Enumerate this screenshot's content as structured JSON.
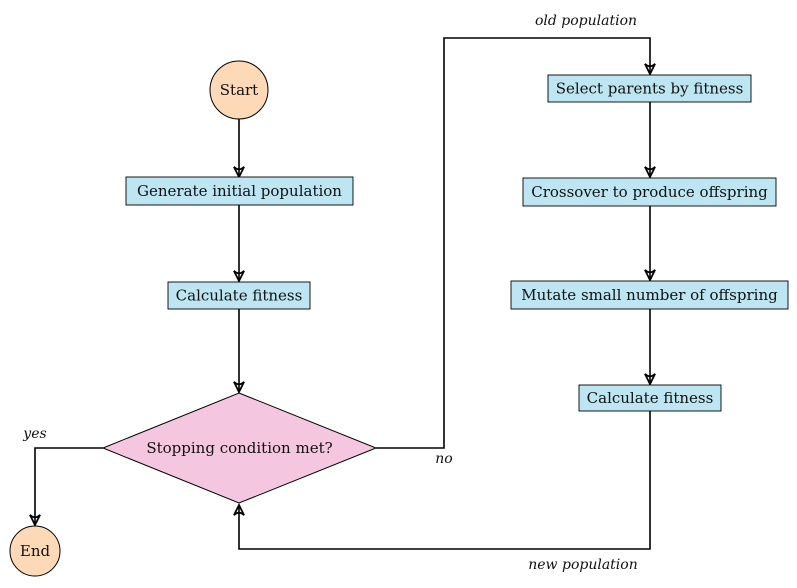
{
  "colors": {
    "terminal_fill": "#fdd9b8",
    "process_fill": "#bde6f2",
    "decision_fill": "#f5c6df",
    "edge": "#000000"
  },
  "nodes": {
    "start": "Start",
    "generate": "Generate initial population",
    "calc_fitness_left": "Calculate fitness",
    "decision": "Stopping condition met?",
    "end": "End",
    "select": "Select parents by fitness",
    "crossover": "Crossover to produce offspring",
    "mutate": "Mutate small number of offspring",
    "calc_fitness_right": "Calculate fitness"
  },
  "edge_labels": {
    "yes": "yes",
    "no": "no",
    "old_population": "old population",
    "new_population": "new population"
  }
}
